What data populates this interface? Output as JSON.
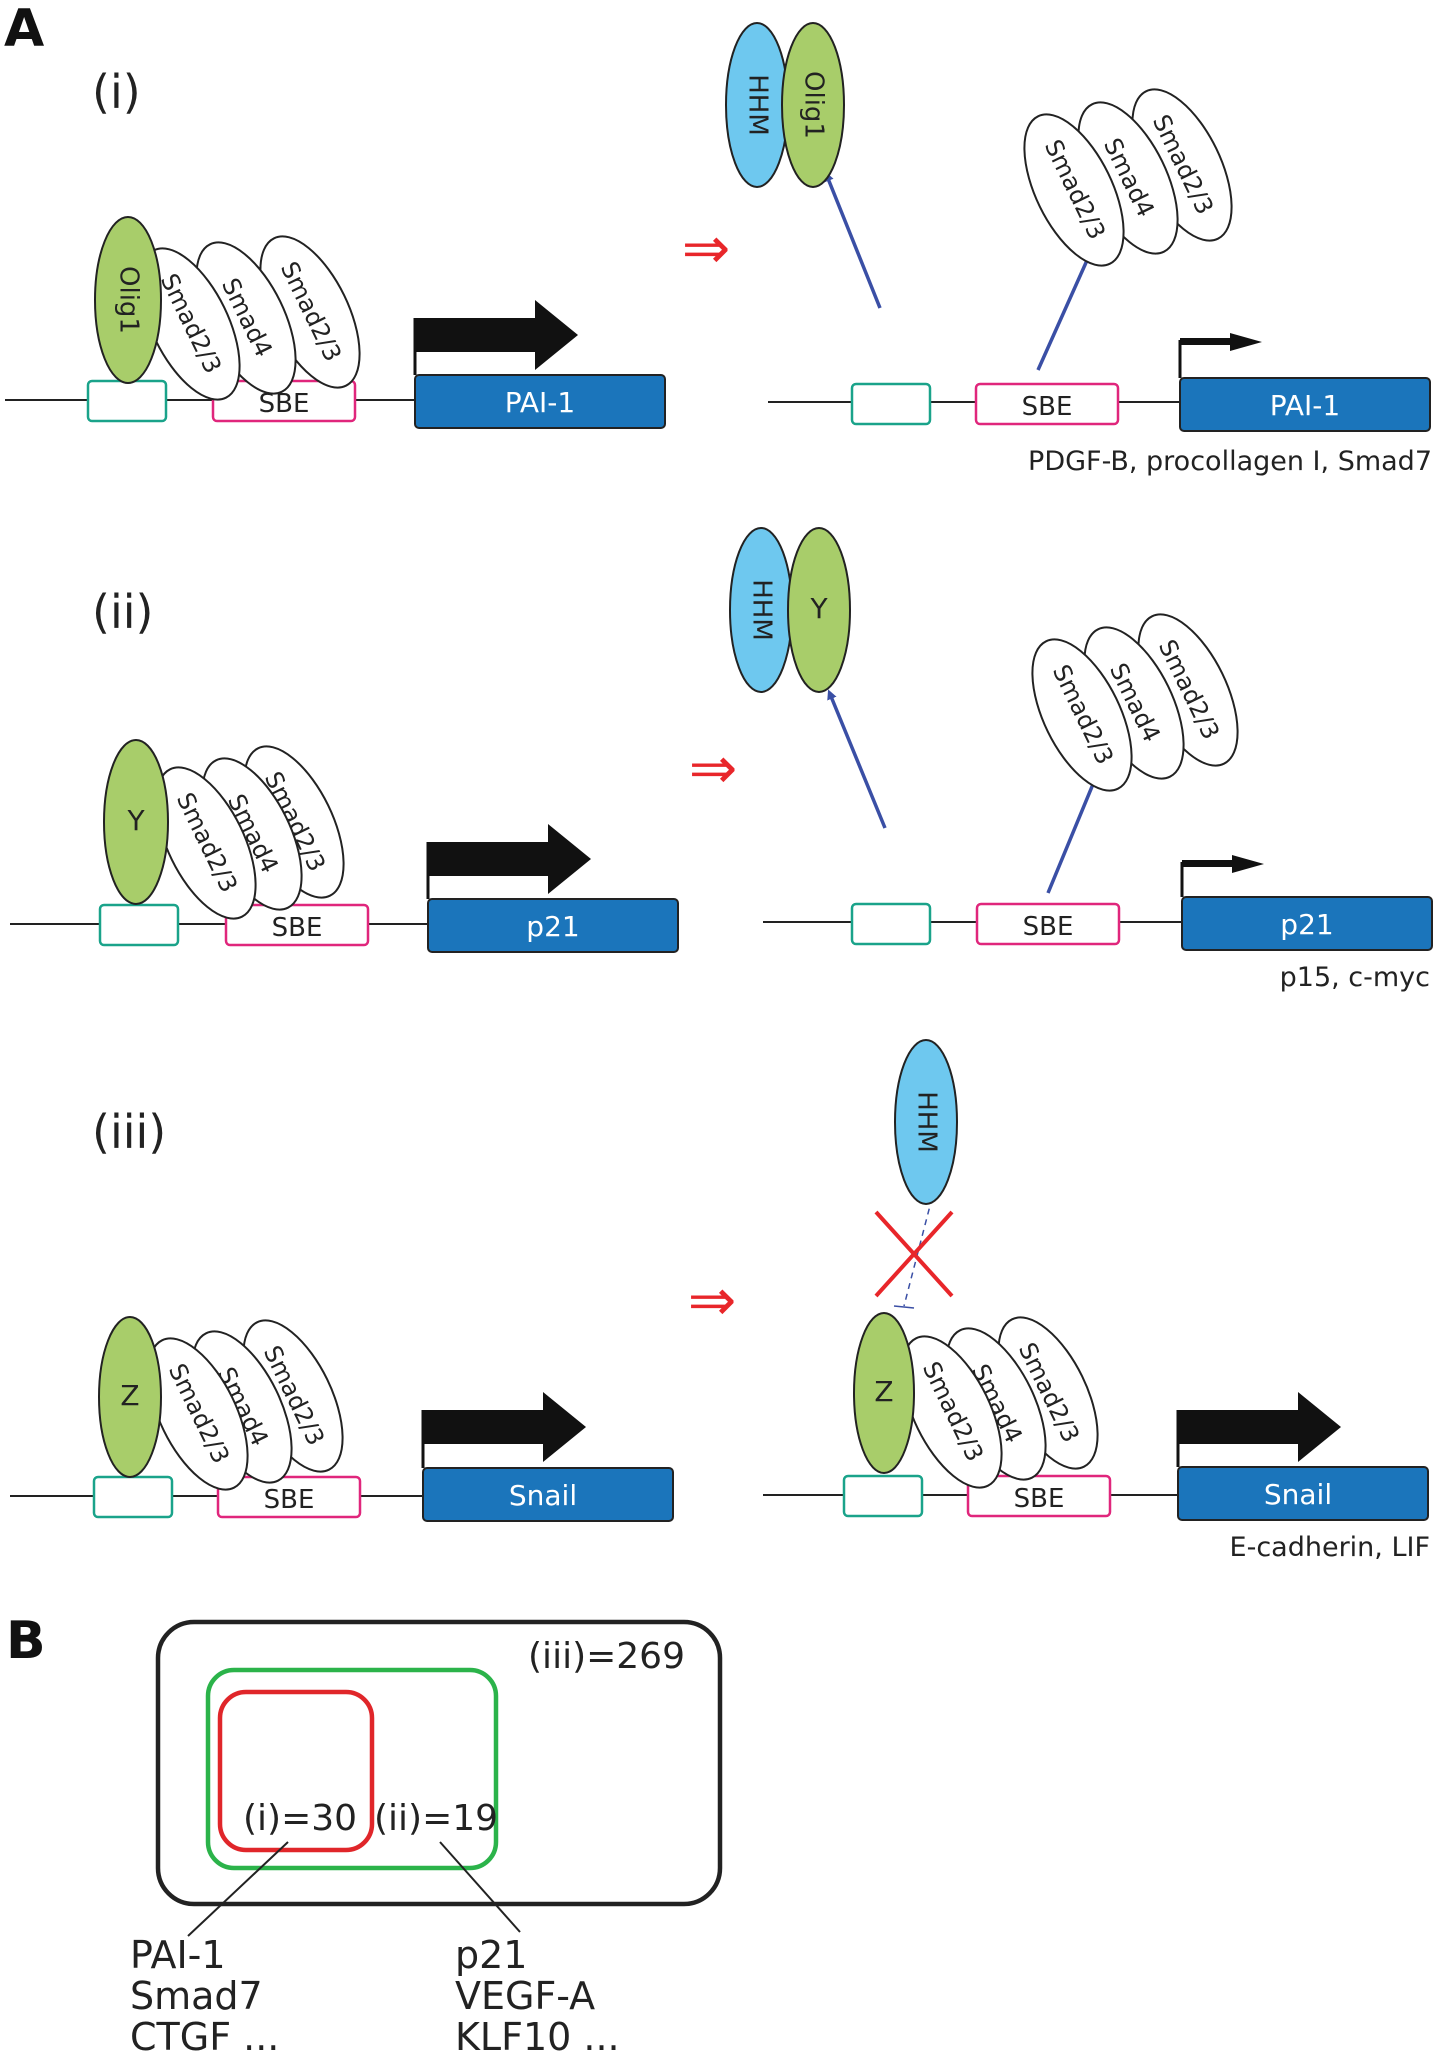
{
  "panel_a": {
    "label": "A",
    "rows": [
      {
        "label": "(i)",
        "partner": "Olig1",
        "smads": [
          "Smad2/3",
          "Smad4",
          "Smad2/3"
        ],
        "sbe": "SBE",
        "gene": "PAI-1",
        "hhm": "HHM",
        "targets": "PDGF-B, procollagen I, Smad7"
      },
      {
        "label": "(ii)",
        "partner": "Y",
        "smads": [
          "Smad2/3",
          "Smad4",
          "Smad2/3"
        ],
        "sbe": "SBE",
        "gene": "p21",
        "hhm": "HHM",
        "targets": "p15, c-myc"
      },
      {
        "label": "(iii)",
        "partner": "Z",
        "smads": [
          "Smad2/3",
          "Smad4",
          "Smad2/3"
        ],
        "sbe": "SBE",
        "gene": "Snail",
        "hhm": "HHM",
        "targets": "E-cadherin, LIF"
      }
    ],
    "colors": {
      "hhm": "#6ec8ef",
      "partner": "#a8cd6a",
      "gene_box": "#1b75bb",
      "sbe_border": "#e0267c",
      "site_border": "#1aa38a",
      "arrow_red": "#e8262a",
      "arrow_blue": "#3a4fa5"
    }
  },
  "panel_b": {
    "label": "B",
    "set_iii": "(iii)=269",
    "set_ii": "(ii)=19",
    "set_i": "(i)=30",
    "list_i": [
      "PAI-1",
      "Smad7",
      "CTGF ..."
    ],
    "list_ii": [
      "p21",
      "VEGF-A",
      "KLF10 ..."
    ],
    "colors": {
      "outer": "#222222",
      "green": "#2bb34a",
      "red": "#e0262a"
    }
  }
}
